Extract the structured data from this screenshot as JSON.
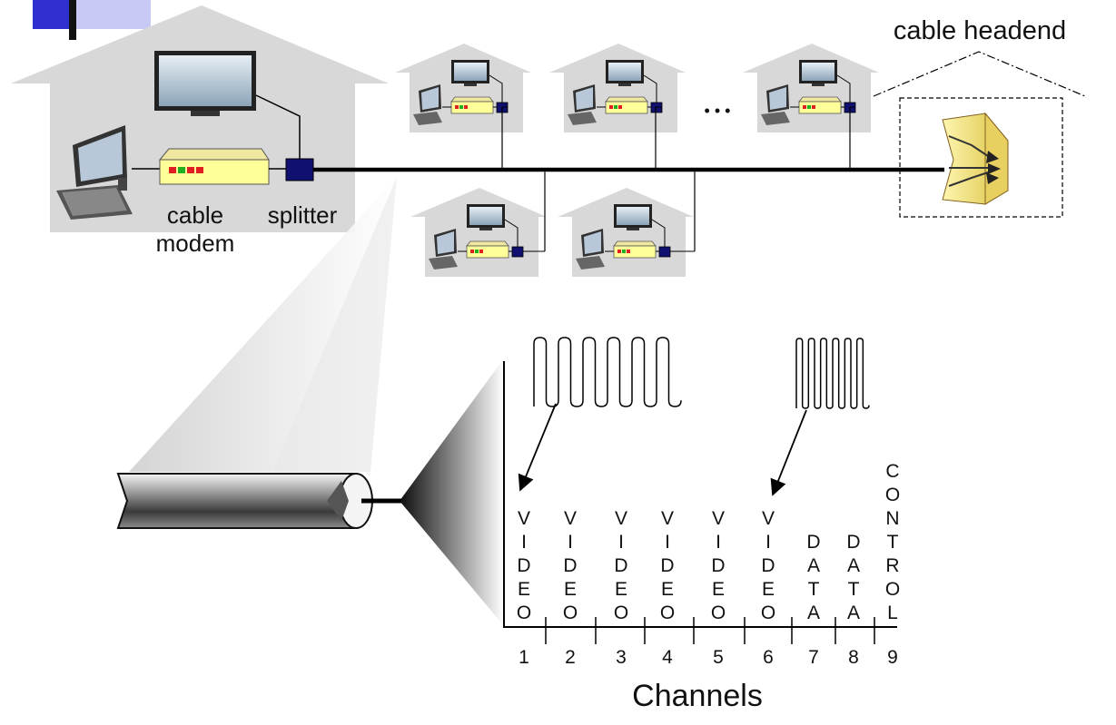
{
  "labels": {
    "cable_headend": "cable headend",
    "cable": "cable",
    "modem": "modem",
    "splitter": "splitter",
    "dots": "• • •",
    "channels_axis": "Channels"
  },
  "channels": [
    {
      "number": "1",
      "type": "VIDEO"
    },
    {
      "number": "2",
      "type": "VIDEO"
    },
    {
      "number": "3",
      "type": "VIDEO"
    },
    {
      "number": "4",
      "type": "VIDEO"
    },
    {
      "number": "5",
      "type": "VIDEO"
    },
    {
      "number": "6",
      "type": "VIDEO"
    },
    {
      "number": "7",
      "type": "DATA"
    },
    {
      "number": "8",
      "type": "DATA"
    },
    {
      "number": "9",
      "type": "CONTROL"
    }
  ],
  "colors": {
    "house": "#d8d8d8",
    "modem_body": "#ffff99",
    "splitter": "#101070",
    "headend": "#f0e080",
    "line": "#000000"
  }
}
